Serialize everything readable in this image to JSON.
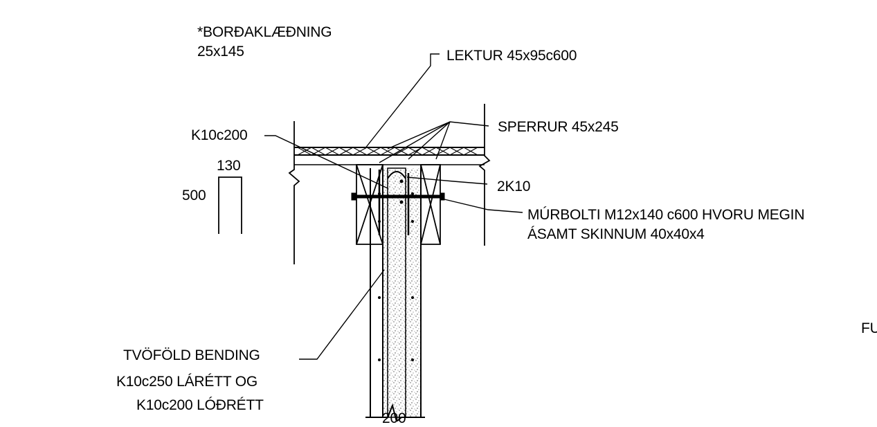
{
  "drawing": {
    "labels": {
      "cladding_line1": "*BORÐAKLÆÐNING",
      "cladding_line2": "25x145",
      "battens": "LEKTUR 45x95c600",
      "rafters": "SPERRUR 45x245",
      "rebar_k10c200": "K10c200",
      "dim_130": "130",
      "dim_500": "500",
      "rebar_2k10": "2K10",
      "bolt_line1": "MÚRBOLTI M12x140 c600 HVORU MEGIN",
      "bolt_line2": "ÁSAMT SKINNUM 40x40x4",
      "reinforcement_line1": "TVÖFÖLD BENDING",
      "reinforcement_line2": "K10c250 LÁRÉTT OG",
      "reinforcement_line3": "K10c200 LÓÐRÉTT",
      "dim_200": "200",
      "cut_text": "FU"
    }
  }
}
